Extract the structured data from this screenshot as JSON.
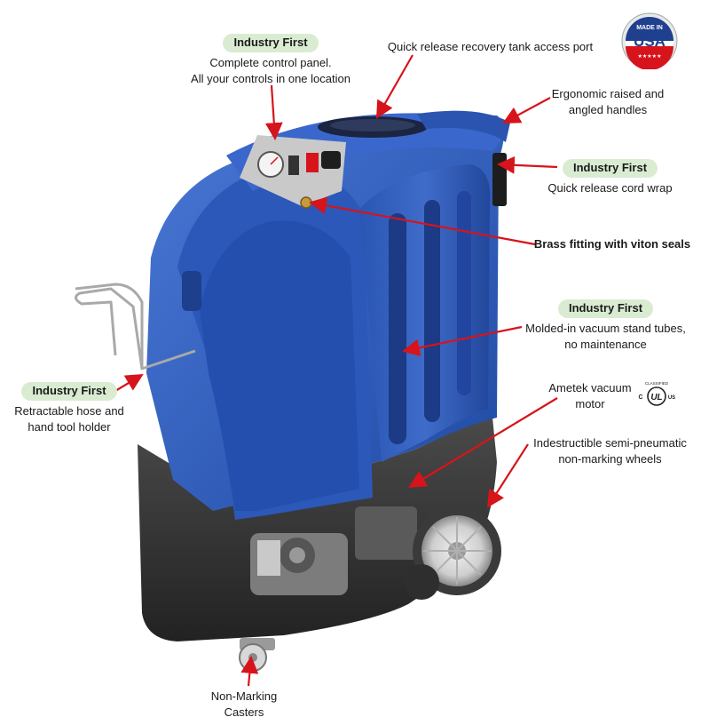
{
  "callouts": {
    "control_panel": {
      "badge": "Industry First",
      "lines": [
        "Complete control panel.",
        "All your controls in one location"
      ]
    },
    "recovery_port": {
      "lines": [
        "Quick release recovery tank access port"
      ]
    },
    "handles": {
      "lines": [
        "Ergonomic raised and",
        "angled handles"
      ]
    },
    "cord_wrap": {
      "badge": "Industry First",
      "lines": [
        "Quick release cord wrap"
      ]
    },
    "brass_fitting": {
      "lines": [
        "Brass fitting with viton seals"
      ]
    },
    "stand_tubes": {
      "badge": "Industry First",
      "lines": [
        "Molded-in vacuum stand tubes,",
        "no maintenance"
      ]
    },
    "hose_holder": {
      "badge": "Industry First",
      "lines": [
        "Retractable hose and",
        "hand tool holder"
      ]
    },
    "vacuum_motor": {
      "lines": [
        "Ametek vacuum",
        "motor"
      ]
    },
    "wheels": {
      "lines": [
        "Indestructible semi-pneumatic",
        "non-marking wheels"
      ]
    },
    "casters": {
      "lines": [
        "Non-Marking",
        "Casters"
      ]
    }
  },
  "usa_badge": {
    "top": "MADE IN",
    "main": "USA",
    "stars": "★★★★★"
  },
  "ul_mark": {
    "top": "CLASSIFIED",
    "c": "C",
    "ul": "UL",
    "us": "US"
  },
  "colors": {
    "body_blue": "#2f5bb8",
    "body_dark": "#1c3a85",
    "base_gray": "#3a3a3a",
    "arrow_red": "#d7141b",
    "badge_green": "#d9ecd2"
  }
}
